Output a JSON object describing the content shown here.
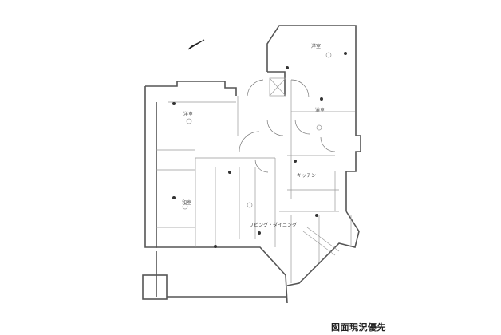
{
  "caption": "図面現況優先",
  "rooms": {
    "western1": "洋室",
    "western2": "洋室",
    "japanese": "和室",
    "living": "リビング・ダイニング",
    "bath": "浴室",
    "kitchen": "キッチン"
  }
}
